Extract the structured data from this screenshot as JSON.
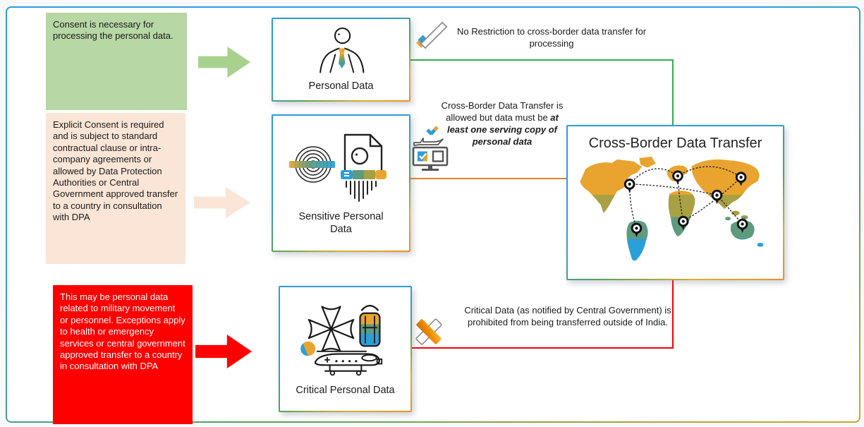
{
  "notes": [
    {
      "text": "Consent is necessary for processing the personal data."
    },
    {
      "text": "Explicit Consent is required and is subject to standard contractual clause or intra-company agreements or allowed by Data Protection Authorities or Central Government approved transfer to a country in consultation with DPA"
    },
    {
      "text": "This may be personal data related to military movement or personnel. Exceptions apply to health or emergency services or central government approved transfer to a country in consultation with DPA"
    }
  ],
  "categories": [
    {
      "label": "Personal Data",
      "icon": "person-icon"
    },
    {
      "label": "Sensitive Personal Data",
      "icon": "fingerprint-document-icon"
    },
    {
      "label": "Critical Personal Data",
      "icon": "military-icon"
    }
  ],
  "annotations": [
    {
      "icon": "check-marker-icon",
      "text": "No Restriction to cross-border data transfer for processing"
    },
    {
      "icon": "monitor-check-icon",
      "text_normal": "Cross-Border Data Transfer is allowed but data must be  ",
      "text_emphasis": "at least one serving copy of personal data"
    },
    {
      "icon": "crossed-out-icon",
      "text": "Critical Data (as notified by Central Government) is prohibited from being transferred outside of India."
    }
  ],
  "map_panel": {
    "title": "Cross-Border Data Transfer",
    "pin_count": 7
  },
  "colors": {
    "note_green": "#b7d7a5",
    "note_peach": "#fbe5d6",
    "note_red": "#fe0000",
    "arrow_green": "#a9d18e",
    "arrow_peach": "#fbe5d6",
    "arrow_red": "#fe0000",
    "connector_green": "#2fac4b",
    "connector_orange": "#ed7d31",
    "connector_red": "#ff0000",
    "accent_blue": "#2f9cd9",
    "accent_gold": "#e9a42f",
    "map_gold": "#e9a42f",
    "map_olive": "#a8a144",
    "map_teal": "#5e9b7e",
    "map_blue": "#2b9fd8"
  }
}
